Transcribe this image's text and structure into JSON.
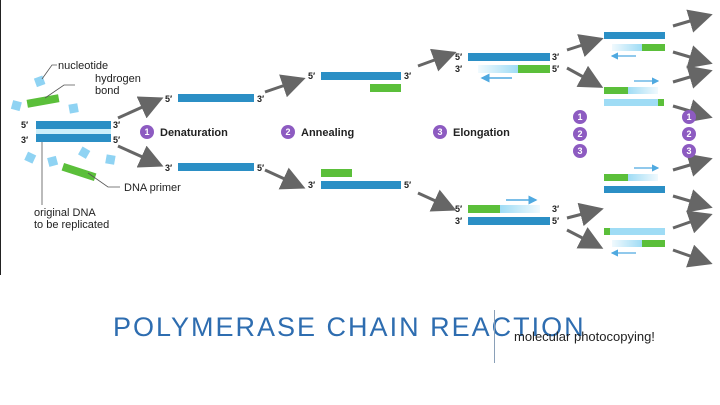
{
  "legend": {
    "nucleotide": "nucleotide",
    "hydrogen_bond": "hydrogen\nbond",
    "dna_primer": "DNA primer",
    "original_dna": "original DNA\nto be replicated"
  },
  "ends": {
    "five": "5′",
    "three": "3′"
  },
  "steps": [
    {
      "num": "1",
      "label": "Denaturation"
    },
    {
      "num": "2",
      "label": "Annealing"
    },
    {
      "num": "3",
      "label": "Elongation"
    }
  ],
  "cycle_numbers": [
    "1",
    "2",
    "3"
  ],
  "colors": {
    "strand": "#2b8fc5",
    "new_strand": "#9fdcf5",
    "primer": "#5bbf3a",
    "step_badge": "#8d5bc1",
    "arrow": "#666666",
    "title": "#2e6db0"
  },
  "slide": {
    "title": "POLYMERASE CHAIN REACTION",
    "subtitle": "molecular photocopying!"
  }
}
